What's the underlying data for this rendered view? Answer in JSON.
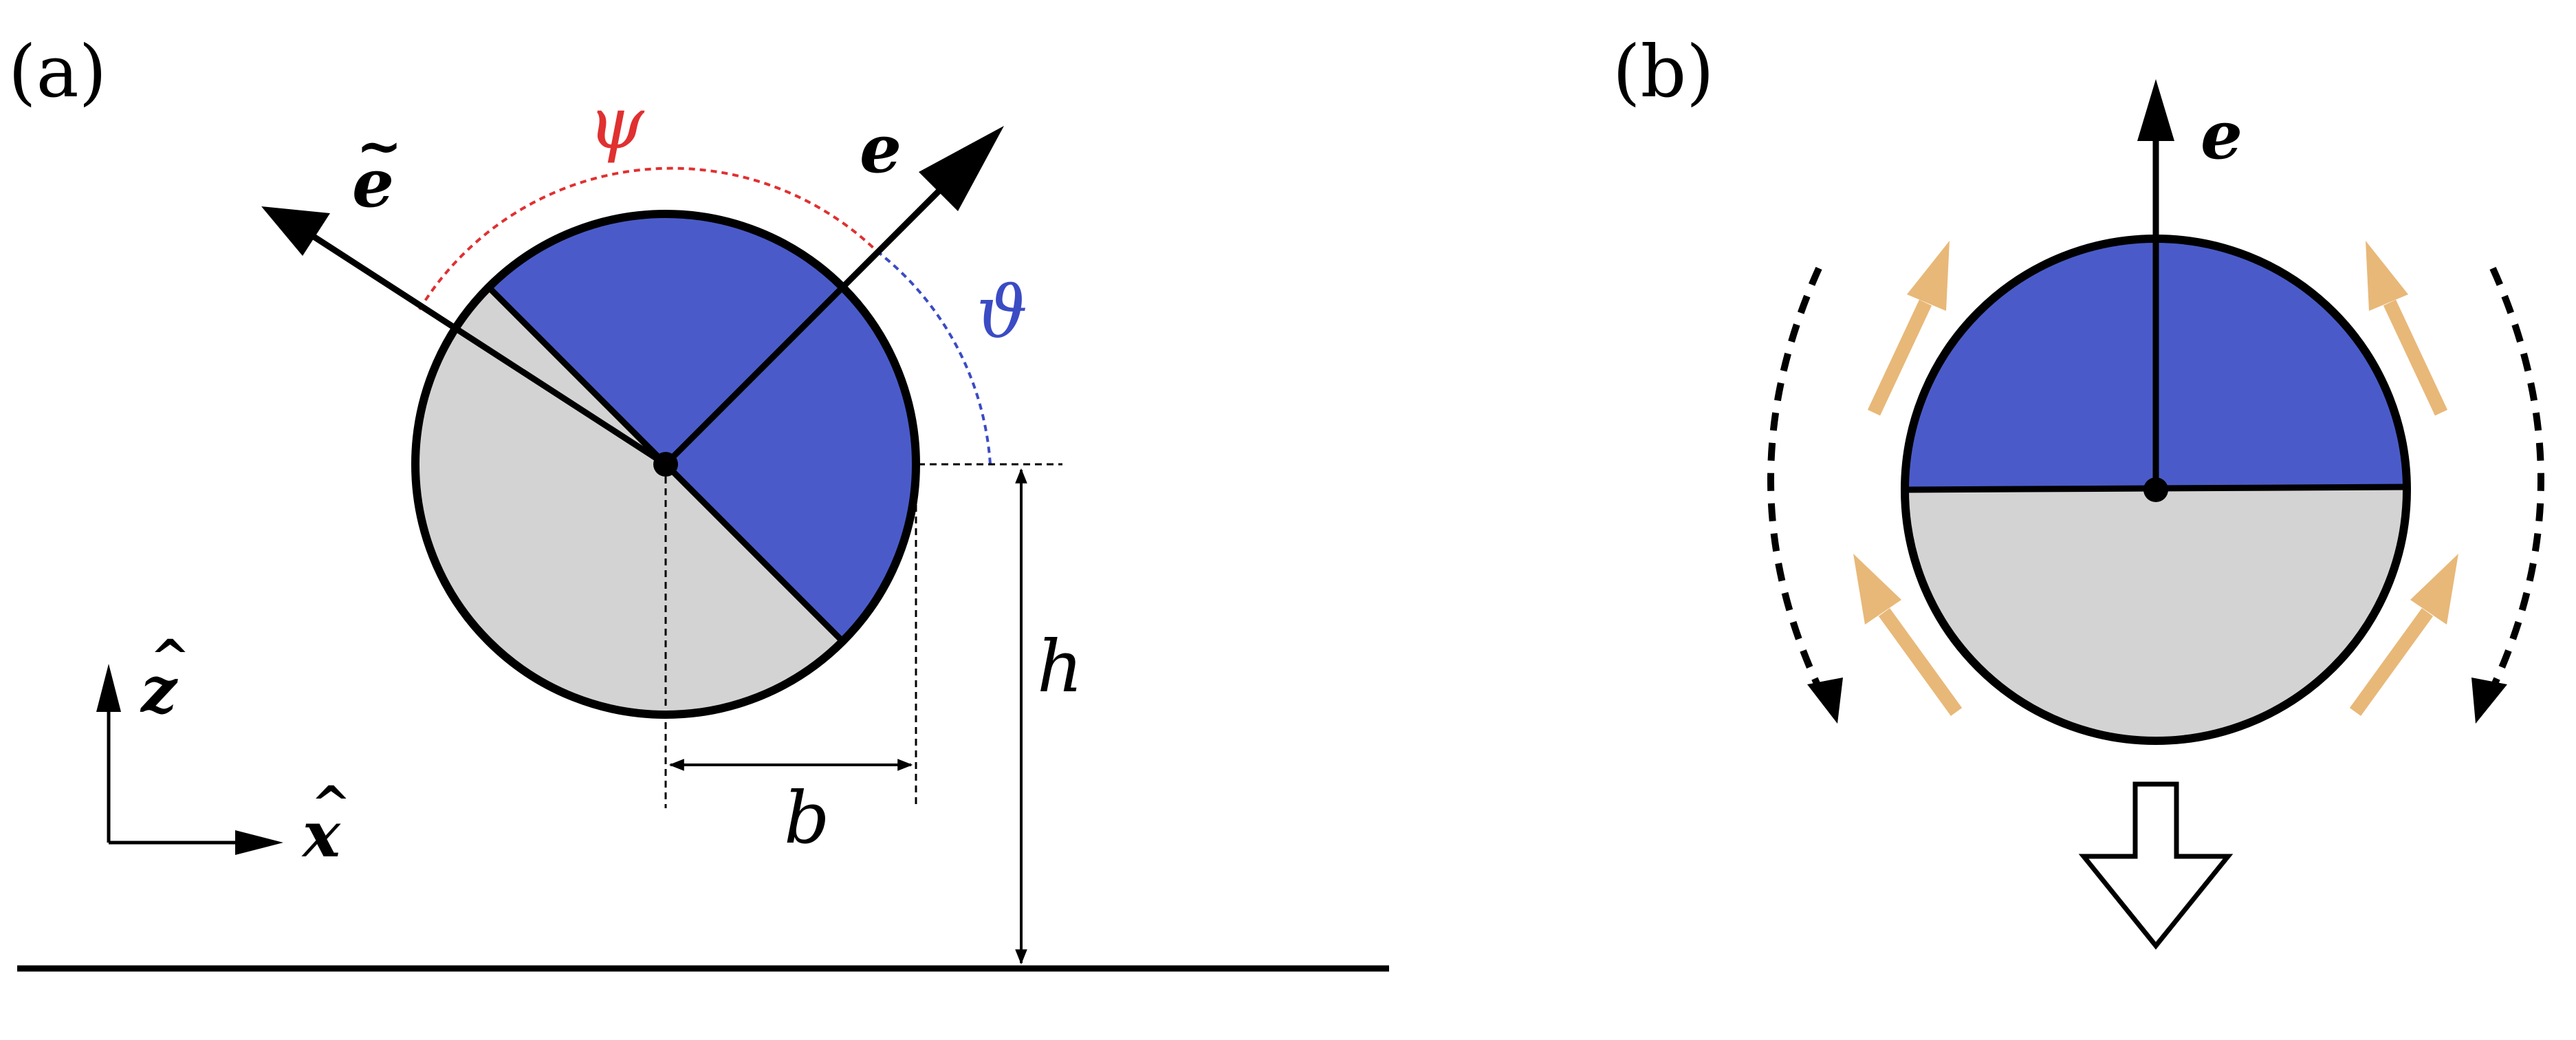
{
  "panels": [
    {
      "label": "(a)",
      "vectors": {
        "e": "e",
        "e_tilde": "e",
        "tilde_mark": "~"
      },
      "angles": {
        "psi": "ψ",
        "theta": "ϑ"
      },
      "axes": {
        "z": "z",
        "x": "x",
        "hat_mark": "^"
      },
      "lengths": {
        "b": "b",
        "h": "h"
      }
    },
    {
      "label": "(b)",
      "vectors": {
        "e": "e"
      }
    }
  ],
  "colors": {
    "cap_blue": "#4a5bc9",
    "body_gray": "#d3d3d3",
    "outline": "#000000",
    "psi_red": "#e03030",
    "theta_blue": "#3b4bc4",
    "flow_orange": "#e8b878"
  }
}
